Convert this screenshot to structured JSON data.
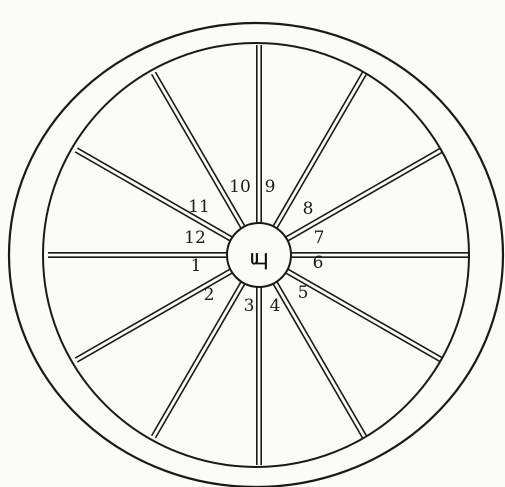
{
  "center_label": "யு",
  "spokes": [
    {
      "number": "1"
    },
    {
      "number": "2"
    },
    {
      "number": "3"
    },
    {
      "number": "4"
    },
    {
      "number": "5"
    },
    {
      "number": "6"
    },
    {
      "number": "7"
    },
    {
      "number": "8"
    },
    {
      "number": "9"
    },
    {
      "number": "10"
    },
    {
      "number": "11"
    },
    {
      "number": "12"
    }
  ],
  "colors": {
    "ink": "#1a1a1a",
    "paper": "#fbfbf8"
  }
}
